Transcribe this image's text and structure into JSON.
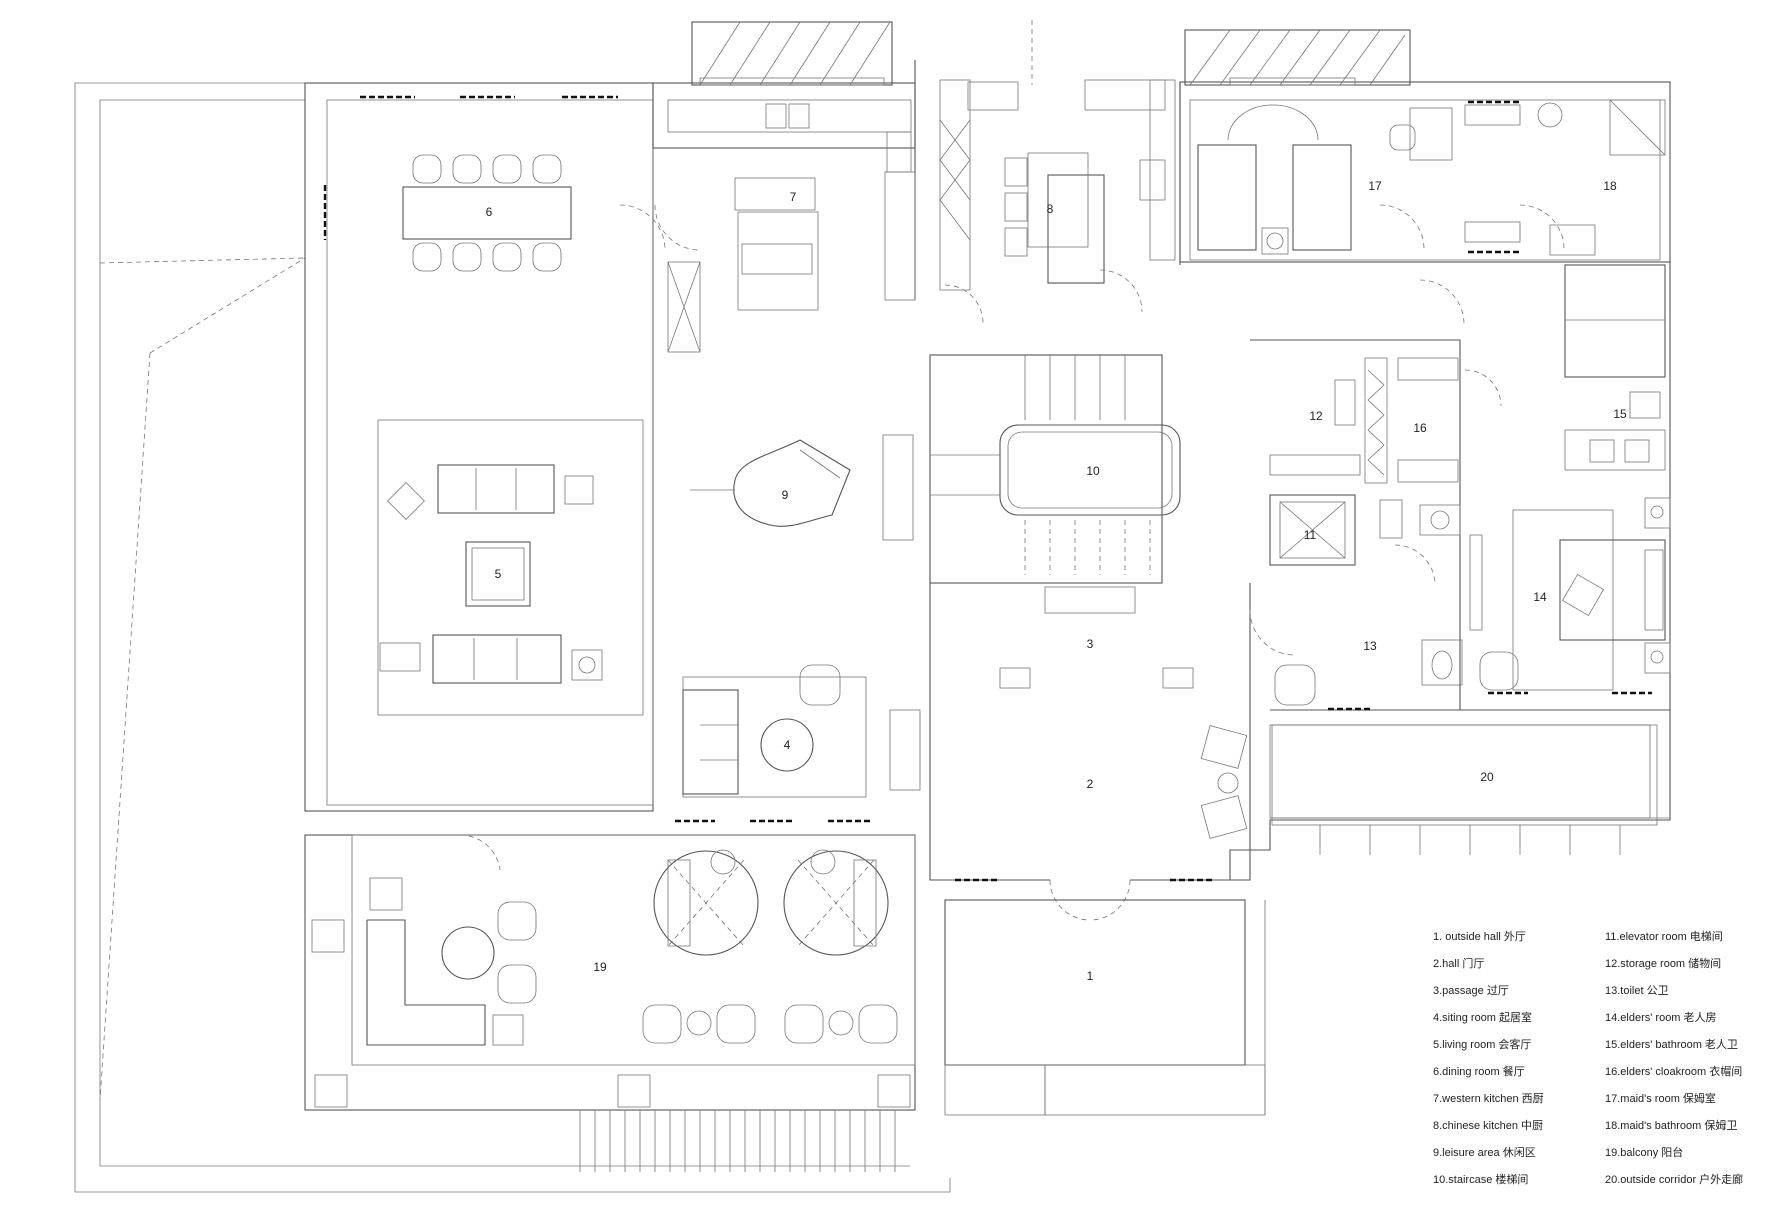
{
  "rooms": [
    {
      "n": "1"
    },
    {
      "n": "2"
    },
    {
      "n": "3"
    },
    {
      "n": "4"
    },
    {
      "n": "5"
    },
    {
      "n": "6"
    },
    {
      "n": "7"
    },
    {
      "n": "8"
    },
    {
      "n": "9"
    },
    {
      "n": "10"
    },
    {
      "n": "11"
    },
    {
      "n": "12"
    },
    {
      "n": "13"
    },
    {
      "n": "14"
    },
    {
      "n": "15"
    },
    {
      "n": "16"
    },
    {
      "n": "17"
    },
    {
      "n": "18"
    },
    {
      "n": "19"
    },
    {
      "n": "20"
    }
  ],
  "legend": [
    "1. outside hall 外厅",
    "2.hall 门厅",
    "3.passage 过厅",
    "4.siting room 起居室",
    "5.living room 会客厅",
    "6.dining room 餐厅",
    "7.western kitchen 西厨",
    "8.chinese kitchen 中厨",
    "9.leisure area 休闲区",
    "10.staircase 楼梯间",
    "11.elevator room 电梯间",
    "12.storage room 储物间",
    "13.toilet 公卫",
    "14.elders' room 老人房",
    "15.elders' bathroom 老人卫",
    "16.elders' cloakroom 衣帽间",
    "17.maid's room 保姆室",
    "18.maid's bathroom 保姆卫",
    "19.balcony 阳台",
    "20.outside corridor 户外走廊"
  ]
}
